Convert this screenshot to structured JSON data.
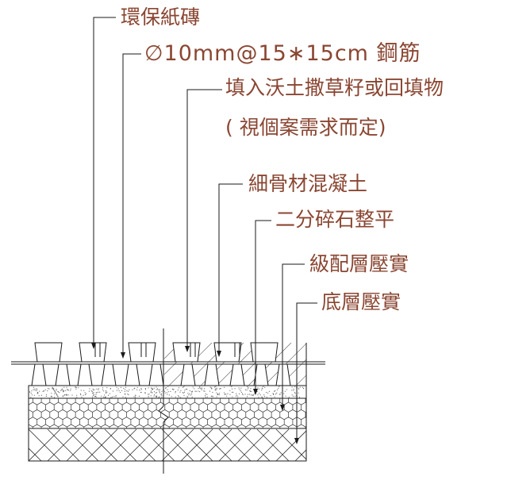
{
  "labels": {
    "paper_brick": "環保紙磚",
    "rebar": "∅10mm@15∗15cm 鋼筋",
    "fill_soil": "填入沃土撒草籽或回填物",
    "fill_note": "( 視個案需求而定)",
    "fine_concrete": "細骨材混凝土",
    "gravel_level": "二分碎石整平",
    "graded_base": "級配層壓實",
    "subgrade": "底層壓實"
  },
  "colors": {
    "line": "#1a1a1a",
    "text": "#8a4632",
    "hatch": "#333333",
    "stipple": "#555555"
  }
}
